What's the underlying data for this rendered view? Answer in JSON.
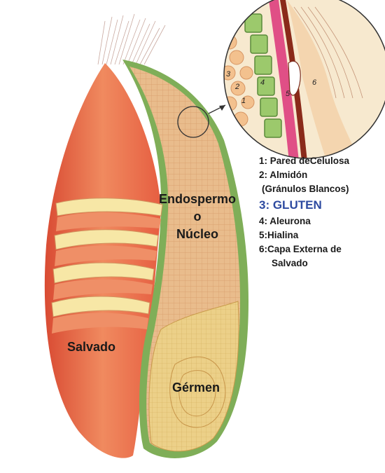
{
  "regions": {
    "endosperm_line1": "Endospermo",
    "endosperm_line2": "o",
    "endosperm_line3": "Núcleo",
    "bran": "Salvado",
    "germ": "Gérmen"
  },
  "legend": {
    "item1": "1: Pared deCelulosa",
    "item2_line1": "2: Almidón",
    "item2_line2": "(Gránulos Blancos)",
    "item3": "3: GLUTEN",
    "item4": "4: Aleurona",
    "item5": "5:Hialina",
    "item6_line1": "6:Capa Externa de",
    "item6_line2": "Salvado"
  },
  "magnifier_numbers": [
    "3",
    "2",
    "1",
    "4",
    "5",
    "6"
  ],
  "colors": {
    "bran": "#e8674a",
    "bran_light": "#f6a57a",
    "endosperm": "#e6b887",
    "aleurone": "#8fb866",
    "germ": "#e7c775",
    "gluten_highlight": "#2d4aa0",
    "hyaline": "#d6356f"
  }
}
